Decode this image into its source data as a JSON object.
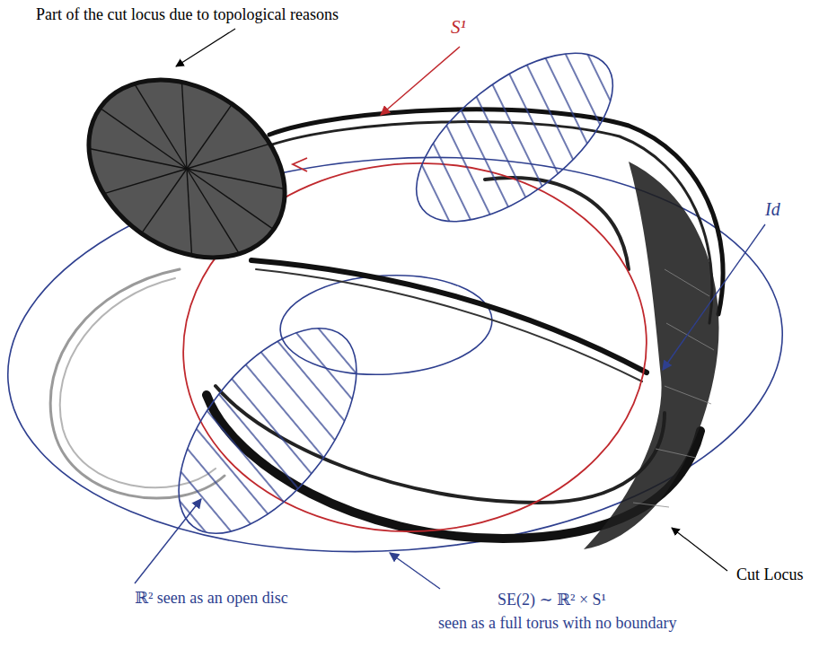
{
  "diagram": {
    "labels": [
      "Part of the cut locus due to topological reasons",
      "S¹",
      "Id",
      "Cut Locus",
      "ℝ² seen as an open disc",
      "SE(2) ∼ ℝ² × S¹",
      "seen as a full torus with no boundary"
    ]
  }
}
